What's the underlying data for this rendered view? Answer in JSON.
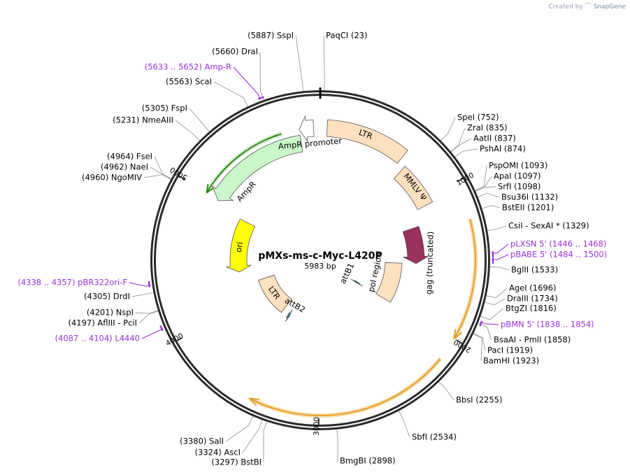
{
  "credit": {
    "prefix": "Created by",
    "brand": "SnapGene"
  },
  "plasmid": {
    "name": "pMXs-ms-c-Myc-L420P",
    "size_label": "5983 bp",
    "length": 5983
  },
  "colors": {
    "backbone": "#2b2b2b",
    "ampr": "#c9f7c9",
    "ampr_promoter": "#ffffff",
    "ltr": "#ffe0bf",
    "mmlv_psi": "#ffe0bf",
    "gag": "#99305e",
    "pol": "#ffe0bf",
    "ori": "#ffff00",
    "att": "#2f7c8c",
    "orf_green": "#2e7d1c",
    "orf_orange": "#e39b22",
    "primer": "#9b30d9",
    "enzyme": "#000000"
  },
  "tick_labels": [
    {
      "pos": 1000,
      "label": "1000"
    },
    {
      "pos": 2000,
      "label": "2000"
    },
    {
      "pos": 3000,
      "label": "3000"
    },
    {
      "pos": 4000,
      "label": "4000"
    },
    {
      "pos": 5000,
      "label": "5000"
    }
  ],
  "enzymes": [
    {
      "name": "SspI",
      "pos": 5887,
      "label": "(5887)  SspI"
    },
    {
      "name": "PaqCI",
      "pos": 23,
      "label": "PaqCI   (23)"
    },
    {
      "name": "DraI",
      "pos": 5660,
      "label": "(5660)  DraI"
    },
    {
      "name": "ScaI",
      "pos": 5563,
      "label": "(5563)  ScaI"
    },
    {
      "name": "FspI",
      "pos": 5305,
      "label": "(5305)  FspI"
    },
    {
      "name": "NmeAIII",
      "pos": 5231,
      "label": "(5231)  NmeAIII"
    },
    {
      "name": "FseI",
      "pos": 4964,
      "label": "(4964)  FseI"
    },
    {
      "name": "NaeI",
      "pos": 4962,
      "label": "(4962)  NaeI"
    },
    {
      "name": "NgoMIV",
      "pos": 4960,
      "label": "(4960)  NgoMIV"
    },
    {
      "name": "DrdI",
      "pos": 4305,
      "label": "(4305)  DrdI"
    },
    {
      "name": "NspI",
      "pos": 4201,
      "label": "(4201)  NspI"
    },
    {
      "name": "AflIII - PciI",
      "pos": 4197,
      "label": "(4197)  AflIII  - PciI"
    },
    {
      "name": "SalI",
      "pos": 3380,
      "label": "(3380)  SalI"
    },
    {
      "name": "AscI",
      "pos": 3324,
      "label": "(3324)  AscI"
    },
    {
      "name": "BstBI",
      "pos": 3297,
      "label": "(3297)  BstBI"
    },
    {
      "name": "BmgBI",
      "pos": 2898,
      "label": "BmgBI   (2898)"
    },
    {
      "name": "SbfI",
      "pos": 2534,
      "label": "SbfI   (2534)"
    },
    {
      "name": "BbsI",
      "pos": 2255,
      "label": "BbsI   (2255)"
    },
    {
      "name": "BamHI",
      "pos": 1923,
      "label": "BamHI   (1923)"
    },
    {
      "name": "PacI",
      "pos": 1919,
      "label": "PacI   (1919)"
    },
    {
      "name": "BsaAI - PmlI",
      "pos": 1858,
      "label": "BsaAI  - PmlI   (1858)"
    },
    {
      "name": "BtgZI",
      "pos": 1816,
      "label": "BtgZI   (1816)"
    },
    {
      "name": "DraIII",
      "pos": 1734,
      "label": "DraIII   (1734)"
    },
    {
      "name": "AgeI",
      "pos": 1696,
      "label": "AgeI   (1696)"
    },
    {
      "name": "BglII",
      "pos": 1533,
      "label": "BglII   (1533)"
    },
    {
      "name": "CsiI - SexAI *",
      "pos": 1329,
      "label": "CsiI  - SexAI *   (1329)"
    },
    {
      "name": "BstEII",
      "pos": 1201,
      "label": "BstEII   (1201)"
    },
    {
      "name": "Bsu36I",
      "pos": 1132,
      "label": "Bsu36I   (1132)"
    },
    {
      "name": "SrfI",
      "pos": 1098,
      "label": "SrfI   (1098)"
    },
    {
      "name": "ApaI",
      "pos": 1097,
      "label": "ApaI   (1097)"
    },
    {
      "name": "PspOMI",
      "pos": 1093,
      "label": "PspOMI   (1093)"
    },
    {
      "name": "PshAI",
      "pos": 874,
      "label": "PshAI   (874)"
    },
    {
      "name": "AatII",
      "pos": 837,
      "label": "AatII   (837)"
    },
    {
      "name": "ZraI",
      "pos": 835,
      "label": "ZraI   (835)"
    },
    {
      "name": "SpeI",
      "pos": 752,
      "label": "SpeI   (752)"
    }
  ],
  "primers": [
    {
      "name": "Amp-R",
      "start": 5633,
      "end": 5652,
      "label": "(5633 .. 5652)  Amp-R"
    },
    {
      "name": "pBR322ori-F",
      "start": 4338,
      "end": 4357,
      "label": "(4338 .. 4357)  pBR322ori-F"
    },
    {
      "name": "L4440",
      "start": 4087,
      "end": 4104,
      "label": "(4087 .. 4104)  L4440"
    },
    {
      "name": "pLXSN 5'",
      "start": 1446,
      "end": 1468,
      "label": "pLXSN 5'   (1446 .. 1468)"
    },
    {
      "name": "pBABE 5'",
      "start": 1484,
      "end": 1500,
      "label": "pBABE 5'   (1484 .. 1500)"
    },
    {
      "name": "pBMN 5'",
      "start": 1838,
      "end": 1854,
      "label": "pBMN 5'   (1838 .. 1854)"
    }
  ],
  "features": [
    {
      "name": "LTR",
      "label": "LTR",
      "start": 50,
      "end": 640,
      "direction": "none"
    },
    {
      "name": "MMLV psi",
      "label": "MMLV Ψ",
      "start": 700,
      "end": 1040,
      "direction": "none"
    },
    {
      "name": "gag (truncated)",
      "label": "gag (truncated)",
      "start": 1180,
      "end": 1530,
      "direction": "forward"
    },
    {
      "name": "pol region",
      "label": "pol region",
      "start": 1530,
      "end": 2010,
      "direction": "none"
    },
    {
      "name": "attB1",
      "label": "attB1",
      "start": 2000,
      "end": 2030,
      "direction": "forward"
    },
    {
      "name": "attB2",
      "label": "attB2",
      "start": 3470,
      "end": 3500,
      "direction": "reverse"
    },
    {
      "name": "LTR 3'",
      "label": "LTR",
      "start": 3600,
      "end": 4190,
      "direction": "none"
    },
    {
      "name": "ori",
      "label": "ori",
      "start": 4350,
      "end": 4940,
      "direction": "reverse"
    },
    {
      "name": "AmpR",
      "label": "AmpR",
      "start": 4990,
      "end": 5830,
      "direction": "reverse"
    },
    {
      "name": "AmpR promoter",
      "label": "AmpR promoter",
      "start": 5830,
      "end": 5935,
      "direction": "reverse"
    }
  ],
  "orfs": [
    {
      "name": "orf-orange-1",
      "start": 1240,
      "end": 2000,
      "direction": "forward"
    },
    {
      "name": "orf-orange-2",
      "start": 2150,
      "end": 3440,
      "direction": "forward"
    },
    {
      "name": "orf-green",
      "start": 5000,
      "end": 5700,
      "direction": "reverse"
    }
  ]
}
